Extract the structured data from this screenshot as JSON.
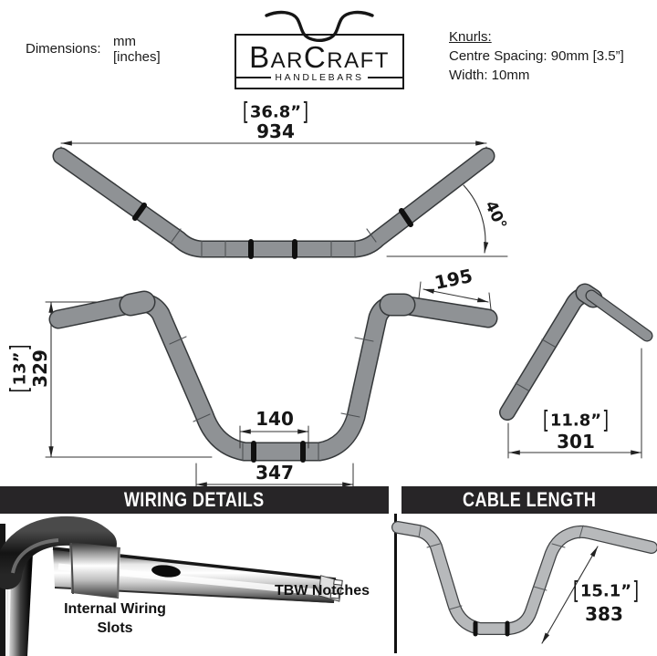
{
  "legend": {
    "dimensions_label": "Dimensions:",
    "unit_primary": "mm",
    "unit_secondary": "[inches]"
  },
  "brand": {
    "name": "BarCraft",
    "name_display": {
      "b": "B",
      "ar": "AR",
      "c": "C",
      "raft": "RAFT"
    },
    "tagline": "HANDLEBARS"
  },
  "knurls": {
    "heading": "Knurls:",
    "centre_spacing": "Centre Spacing: 90mm [3.5”]",
    "width": "Width: 10mm"
  },
  "glyphs": {
    "bracket_open": "[",
    "bracket_close": "]"
  },
  "top_view": {
    "overall_width_in": "36.8”",
    "overall_width_mm": "934",
    "sweep_angle": "40°"
  },
  "front_view": {
    "rise_in": "13”",
    "rise_mm": "329",
    "grip_length_mm": "195",
    "knurl_width_mm": "140",
    "base_width_mm": "347"
  },
  "side_view": {
    "pullback_in": "11.8”",
    "pullback_mm": "301"
  },
  "sections": {
    "wiring_heading": "WIRING DETAILS",
    "cable_heading": "CABLE LENGTH"
  },
  "wiring_panel": {
    "slots_label_line1": "Internal Wiring",
    "slots_label_line2": "Slots",
    "tbw_label": "TBW Notches"
  },
  "cable_panel": {
    "cable_length_in": "15.1”",
    "cable_length_mm": "383"
  },
  "colors": {
    "ink": "#1a1a1a",
    "tube_fill": "#8f9295",
    "tube_outline": "#35383a",
    "cable_tube_fill": "#b7b9bb",
    "header_bg": "#272527",
    "header_text": "#ffffff"
  }
}
